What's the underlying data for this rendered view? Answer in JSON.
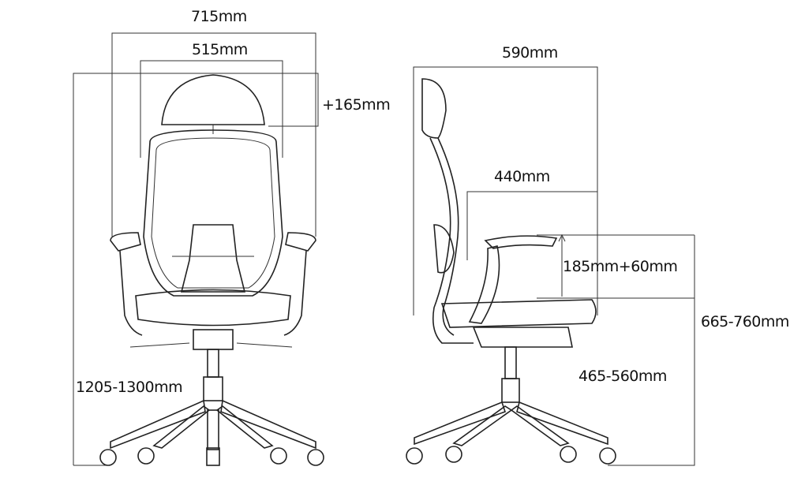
{
  "title": "Office chair dimension drawing",
  "front_view": {
    "overall_width": "715mm",
    "seat_width": "515mm",
    "headrest_adjust": "+165mm",
    "overall_height": "1205-1300mm"
  },
  "side_view": {
    "overall_depth": "590mm",
    "seat_depth": "440mm",
    "armrest_height": "185mm+60mm",
    "armrest_floor_height": "665-760mm",
    "seat_height": "465-560mm"
  }
}
